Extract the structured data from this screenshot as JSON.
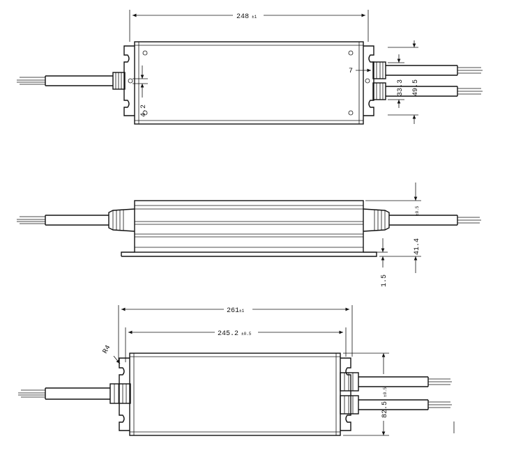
{
  "top_view": {
    "length_label": "248",
    "length_tol": "±1",
    "hole_label": "4.2",
    "edge_label": "7",
    "inner_label": "33.3",
    "outer_label": "49.5"
  },
  "side_view": {
    "height_label": "41.4",
    "height_tol": "±0.5",
    "flange_label": "1.5"
  },
  "bottom_view": {
    "overall_label": "261",
    "overall_tol": "±1",
    "body_label": "245.2",
    "body_tol": "±0.5",
    "width_label": "82.5",
    "width_tol": "±0.5",
    "radius_label": "R4"
  }
}
